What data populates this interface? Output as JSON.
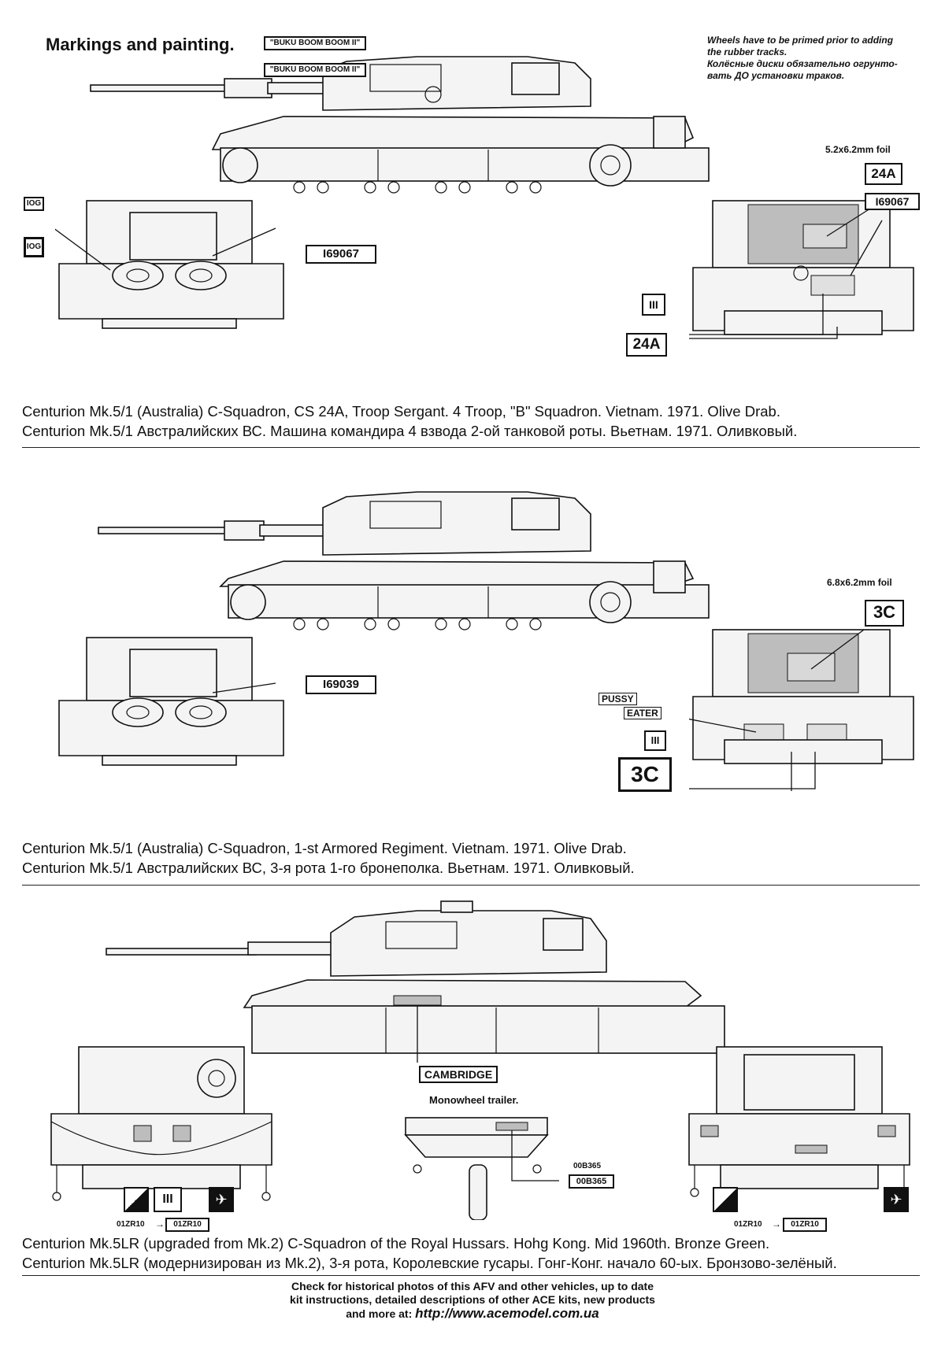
{
  "header": {
    "title": "Markings and painting.",
    "note_lines": [
      "Wheels have to be primed prior to adding",
      "the rubber tracks.",
      "Колёсные диски обязательно огрунто-",
      "вать ДО установки траков."
    ]
  },
  "section1": {
    "decals": {
      "name_top": "\"BUKU BOOM BOOM II\"",
      "name_side": "\"BUKU BOOM BOOM II\"",
      "num_small": "IOG",
      "num_framed": "IOG",
      "serial": "I69067",
      "foil_label": "5.2x6.2mm foil",
      "callsign_top": "24A",
      "serial_rear": "I69067",
      "troop": "III",
      "callsign_rear": "24A"
    },
    "caption_en": "Centurion Mk.5/1 (Australia) C-Squadron, CS 24A, Troop Sergant. 4 Troop, \"B\" Squadron. Vietnam. 1971. Olive Drab.",
    "caption_ru": "Centurion Mk.5/1 Австралийских ВС. Машина командира 4 взвода 2-ой танковой роты. Вьетнам. 1971. Оливковый."
  },
  "section2": {
    "decals": {
      "serial": "I69039",
      "foil_label": "6.8x6.2mm foil",
      "callsign_top": "3C",
      "pussy": "PUSSY",
      "eater": "EATER",
      "troop": "III",
      "callsign_rear": "3C"
    },
    "caption_en": "Centurion Mk.5/1 (Australia) C-Squadron, 1-st Armored Regiment. Vietnam. 1971. Olive Drab.",
    "caption_ru": "Centurion Mk.5/1 Австралийских ВС, 3-я рота 1-го бронеполка. Вьетнам. 1971. Оливковый."
  },
  "section3": {
    "decals": {
      "cambridge": "CAMBRIDGE",
      "trailer_label": "Monowheel trailer.",
      "trailer_plate_small": "00B365",
      "trailer_plate": "00B365",
      "reg_small_left": "01ZR10",
      "reg_left": "01ZR10",
      "reg_small_right": "01ZR10",
      "reg_right": "01ZR10",
      "troop": "III"
    },
    "caption_en": "Centurion Mk.5LR (upgraded from Mk.2) C-Squadron of the Royal Hussars. Hohg Kong. Mid 1960th. Bronze Green.",
    "caption_ru": "Centurion Mk.5LR (модернизирован из Mk.2), 3-я рота, Королевские гусары. Гонг-Конг. начало 60-ых. Бронзово-зелёный."
  },
  "footer": {
    "line1": "Check for historical photos of this AFV and  other vehicles, up to date",
    "line2": "kit instructions, detailed descriptions of other ACE kits, new products",
    "line3_prefix": "and more at: ",
    "url": "http://www.acemodel.com.ua"
  }
}
